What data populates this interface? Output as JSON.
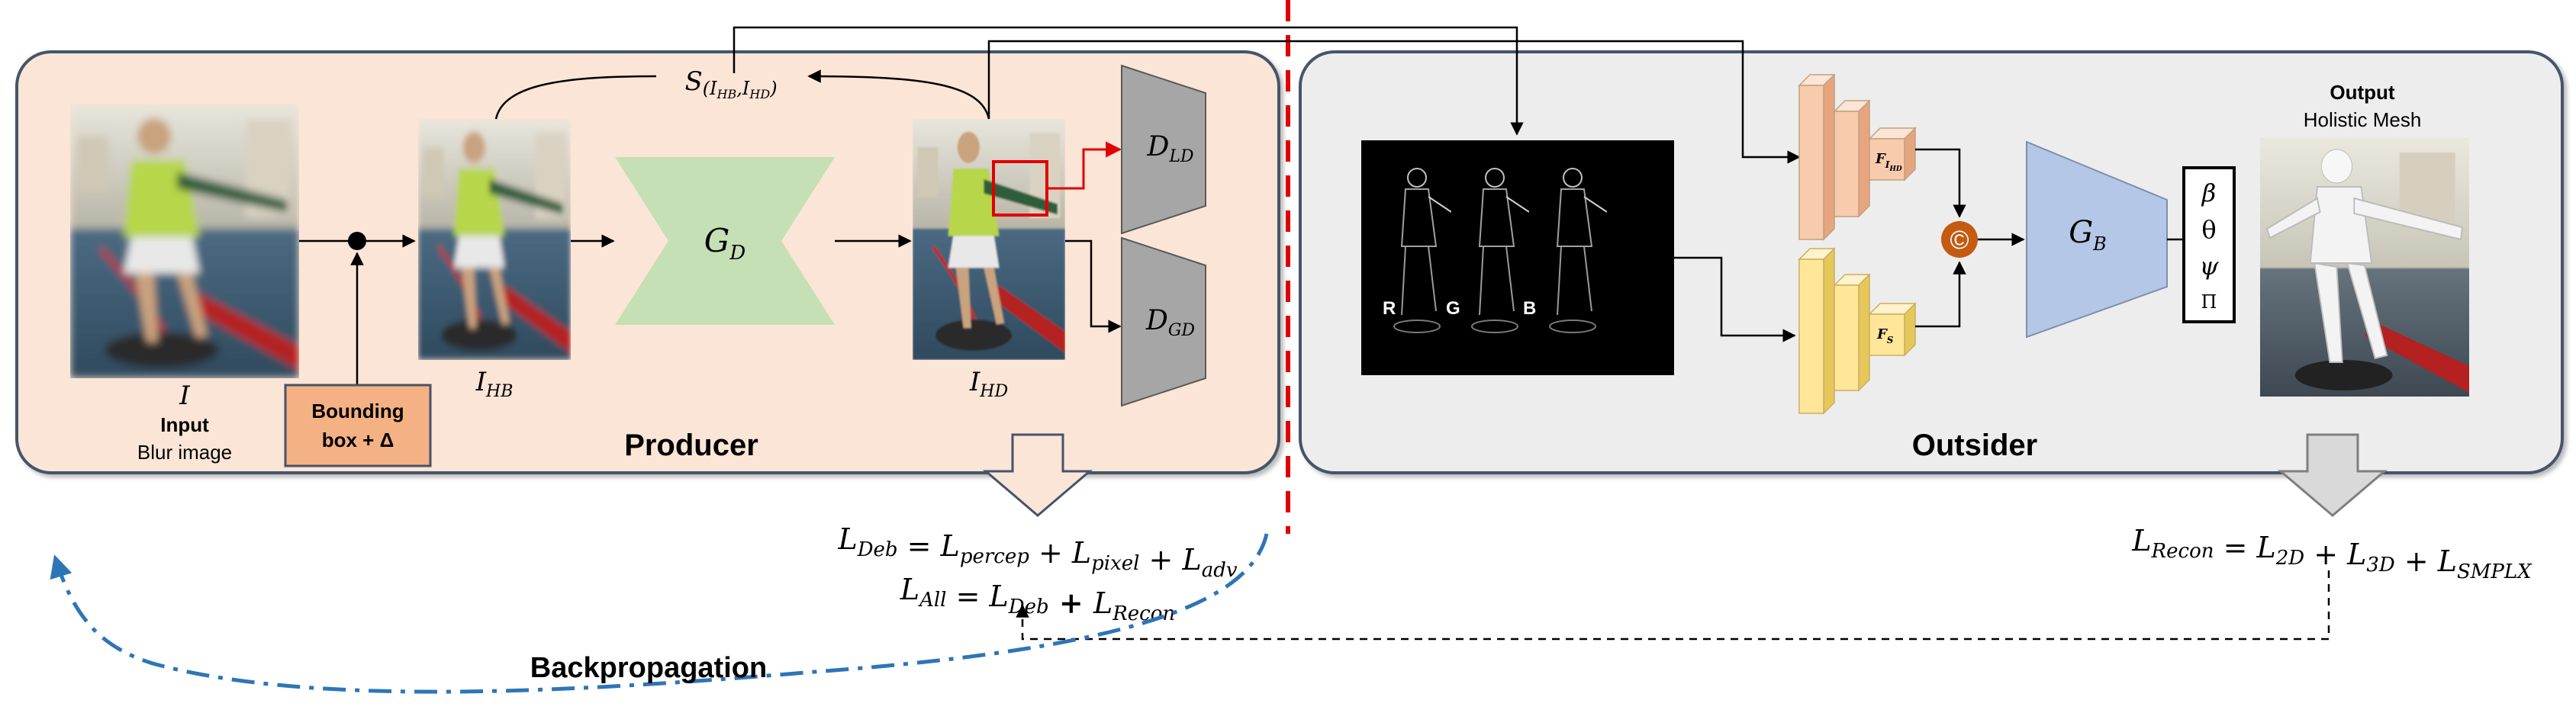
{
  "producer": {
    "title": "Producer",
    "input_symbol": "I",
    "input_label": "Input",
    "input_caption": "Blur image",
    "bbox_line1": "Bounding",
    "bbox_line2": "box + Δ",
    "ihb_main": "I",
    "ihb_sub": "HB",
    "ihd_main": "I",
    "ihd_sub": "HD",
    "generator_main": "G",
    "generator_sub": "D",
    "dld_main": "D",
    "dld_sub": "LD",
    "dgd_main": "D",
    "dgd_sub": "GD",
    "sim_main": "S",
    "sim_args": "(I",
    "sim_a_sub": "HB",
    "sim_comma": ",I",
    "sim_b_sub": "HD",
    "sim_close": ")"
  },
  "outsider": {
    "title": "Outsider",
    "channels": [
      "R",
      "G",
      "B"
    ],
    "feat_top_main": "F",
    "feat_top_sub": "I",
    "feat_top_subsub": "HD",
    "feat_bot_main": "F",
    "feat_bot_sub": "S",
    "concat_symbol": "©",
    "gb_main": "G",
    "gb_sub": "B",
    "params": [
      "β",
      "θ",
      "ψ",
      "Π"
    ],
    "output_label": "Output",
    "output_caption": "Holistic Mesh"
  },
  "losses": {
    "deb": [
      {
        "t": "L",
        "s": "Deb"
      },
      {
        "t": " = "
      },
      {
        "t": "L",
        "s": "percep"
      },
      {
        "t": " + "
      },
      {
        "t": "L",
        "s": "pixel"
      },
      {
        "t": " + "
      },
      {
        "t": "L",
        "s": "adv"
      }
    ],
    "all": [
      {
        "t": "L",
        "s": "All"
      },
      {
        "t": " = "
      },
      {
        "t": "L",
        "s": "Deb"
      },
      {
        "t": " + ",
        "bold": true
      },
      {
        "t": "L",
        "s": "Recon"
      }
    ],
    "recon": [
      {
        "t": "L",
        "s": "Recon"
      },
      {
        "t": " = "
      },
      {
        "t": "L",
        "s": "2D"
      },
      {
        "t": " + "
      },
      {
        "t": "L",
        "s": "3D"
      },
      {
        "t": " + "
      },
      {
        "t": "L",
        "s": "SMPLX"
      }
    ]
  },
  "backprop_label": "Backpropagation",
  "colors": {
    "producer_fill": "#fbe5d6",
    "outsider_fill": "#ededed",
    "panel_stroke": "#44546a",
    "generator_green": "#c5e0b4",
    "discriminator_gray": "#a6a6a6",
    "bbox_fill": "#f4b183",
    "feature_orange": "#f8cbad",
    "feature_yellow": "#ffe699",
    "gb_blue": "#b4c7e7",
    "concat_orange": "#c55a11",
    "divider_red": "#e00000",
    "backprop_blue": "#2e75b6"
  }
}
